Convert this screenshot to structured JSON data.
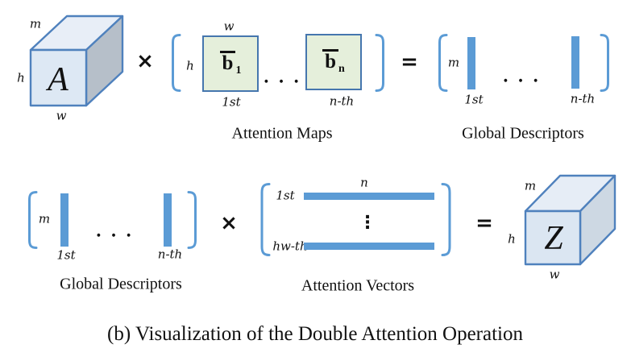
{
  "figure": {
    "caption": "(b) Visualization of the Double Attention Operation"
  },
  "operators": {
    "multiply": "×",
    "equals": "=",
    "hdots": ". . .",
    "vdots": "⋮"
  },
  "colors": {
    "bar_blue": "#5b9bd5",
    "bracket_blue": "#5b9bd5",
    "cube_stroke": "#4f81bd",
    "cube_a_front": "#dde8f4",
    "cube_a_top": "#e8eef7",
    "cube_a_side": "#b6bfc9",
    "cube_z_front": "#dbe6f2",
    "cube_z_top": "#e6edf6",
    "cube_z_side": "#cdd8e3",
    "map_fill": "#e5efdb",
    "map_stroke": "#4576ae"
  },
  "top_row": {
    "tensor_a": {
      "label": "A",
      "dim_top": "m",
      "dim_left": "h",
      "dim_bottom": "w"
    },
    "attention_maps": {
      "dim_left": "h",
      "dim_top": "w",
      "map1": {
        "base": "b",
        "sub": "1"
      },
      "map2": {
        "base": "b",
        "sub": "n"
      },
      "index1": "1st",
      "index2": "n-th",
      "caption": "Attention Maps"
    },
    "global_descriptors": {
      "dim_left": "m",
      "index1": "1st",
      "index2": "n-th",
      "caption": "Global Descriptors"
    }
  },
  "bottom_row": {
    "global_descriptors": {
      "dim_left": "m",
      "index1": "1st",
      "index2": "n-th",
      "caption": "Global Descriptors"
    },
    "attention_vectors": {
      "dim_top": "n",
      "index1": "1st",
      "index2": "hw-th",
      "caption": "Attention Vectors"
    },
    "tensor_z": {
      "label": "Z",
      "dim_top": "m",
      "dim_left": "h",
      "dim_bottom": "w"
    }
  }
}
